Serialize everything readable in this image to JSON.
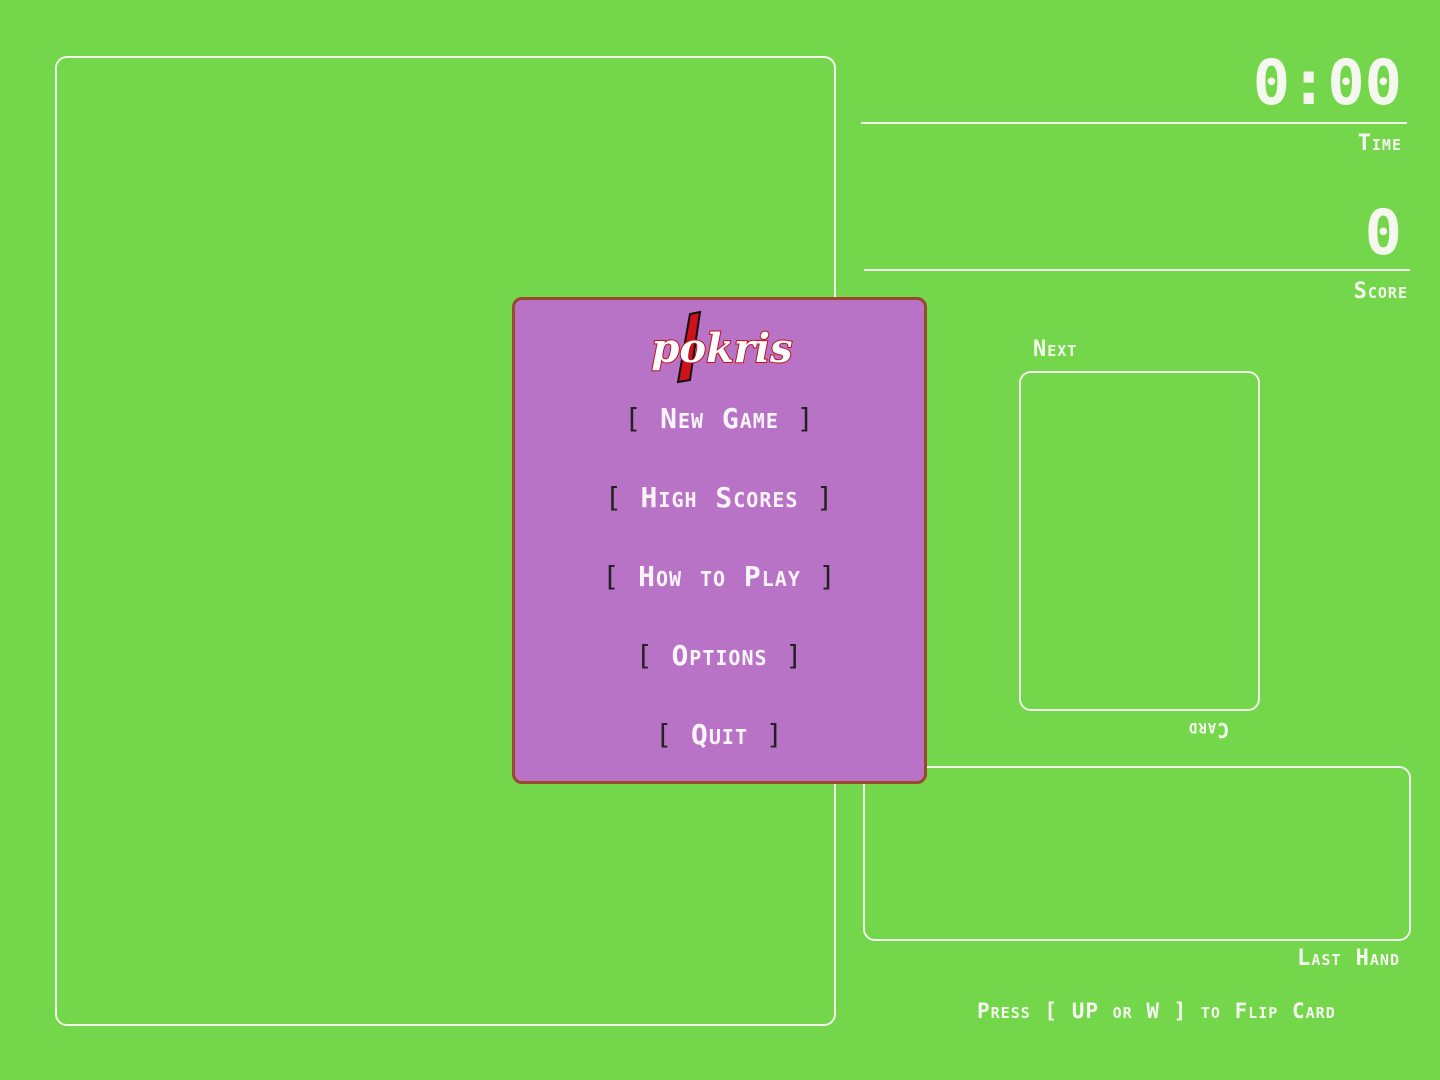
{
  "hud": {
    "time_value": "0:00",
    "time_label": "Time",
    "score_value": "0",
    "score_label": "Score",
    "next_label": "Next",
    "card_label": "Card",
    "last_hand_label": "Last Hand",
    "hint": "Press [ UP or W ] to Flip Card"
  },
  "menu": {
    "logo": "pokris",
    "items": [
      {
        "label": "New Game"
      },
      {
        "label": "High Scores"
      },
      {
        "label": "How to Play"
      },
      {
        "label": "Options"
      },
      {
        "label": "Quit"
      }
    ]
  }
}
